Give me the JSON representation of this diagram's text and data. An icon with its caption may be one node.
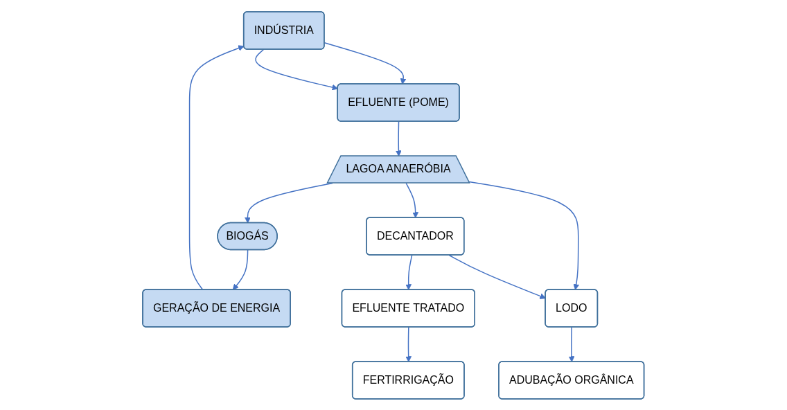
{
  "diagram": {
    "nodes": [
      {
        "text": [
          "INDÚSTRIA"
        ]
      },
      {
        "text": [
          "BIOGÁS"
        ]
      },
      {
        "text": [
          "GERAÇÃO DE ENERGIA"
        ]
      },
      {
        "text": [
          "EFLUENTE (POME)"
        ]
      },
      {
        "text": [
          "LAGOA ANAERÓBIA"
        ]
      },
      {
        "text": [
          "DECANTADOR"
        ]
      },
      {
        "text": [
          "EFLUENTE TRATADO"
        ]
      },
      {
        "text": [
          "LODO"
        ]
      },
      {
        "text": [
          "FERTIRRIGAÇÃO"
        ]
      },
      {
        "text": [
          "ADUBAÇÃO ORGÂNICA"
        ]
      }
    ],
    "edges": [
      {
        "from": 2,
        "to": 0,
        "arrow": "to"
      },
      {
        "from": 0,
        "to": 3,
        "arrow": "to"
      },
      {
        "from": 0,
        "to": 3,
        "arrow": "to"
      },
      {
        "from": 1,
        "to": 2,
        "arrow": "to"
      },
      {
        "from": 4,
        "to": 1,
        "arrow": "to"
      },
      {
        "from": 3,
        "to": 4,
        "arrow": "to"
      },
      {
        "from": 4,
        "to": 5,
        "arrow": "to"
      },
      {
        "from": 5,
        "to": 6,
        "arrow": "to"
      },
      {
        "from": 4,
        "to": 7,
        "arrow": "to"
      },
      {
        "from": 5,
        "to": 7,
        "arrow": "to"
      },
      {
        "from": 6,
        "to": 8,
        "arrow": "to"
      },
      {
        "from": 7,
        "to": 9,
        "arrow": "to"
      }
    ]
  }
}
